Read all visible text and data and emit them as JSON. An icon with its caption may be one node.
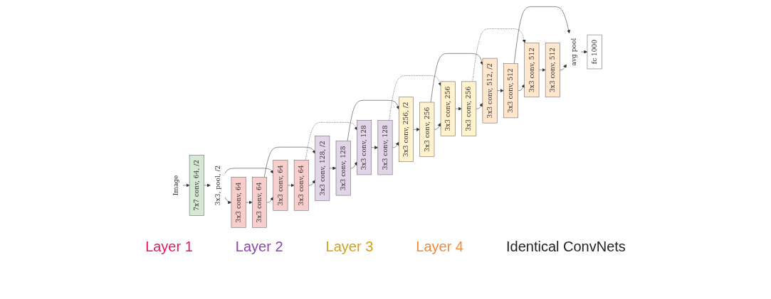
{
  "diagram": {
    "nodes": [
      {
        "text": [
          "Image"
        ]
      },
      {
        "text": [
          "7x7 conv, 64, /2"
        ]
      },
      {
        "text": [
          "3x3, pool, /2"
        ]
      },
      {
        "text": [
          "3x3 conv, 64"
        ]
      },
      {
        "text": [
          "3x3 conv, 64"
        ]
      },
      {
        "text": [
          "3x3 conv, 64"
        ]
      },
      {
        "text": [
          "3x3 conv, 64"
        ]
      },
      {
        "text": [
          "3x3 conv, 128, /2"
        ]
      },
      {
        "text": [
          "3x3 conv, 128"
        ]
      },
      {
        "text": [
          "3x3 conv, 128"
        ]
      },
      {
        "text": [
          "3x3 conv, 128"
        ]
      },
      {
        "text": [
          "3x3 conv, 256, /2"
        ]
      },
      {
        "text": [
          "3x3 conv, 256"
        ]
      },
      {
        "text": [
          "3x3 conv, 256"
        ]
      },
      {
        "text": [
          "3x3 conv, 256"
        ]
      },
      {
        "text": [
          "3x3 conv, 512, /2"
        ]
      },
      {
        "text": [
          "3x3 conv, 512"
        ]
      },
      {
        "text": [
          "3x3 conv, 512"
        ]
      },
      {
        "text": [
          "3x3 conv, 512"
        ]
      },
      {
        "text": [
          "avg pool"
        ]
      },
      {
        "text": [
          "fc 1000"
        ]
      }
    ],
    "edges": [
      {
        "from": 0,
        "to": 1,
        "arrow": "to"
      },
      {
        "from": 1,
        "to": 2,
        "arrow": "to"
      },
      {
        "from": 2,
        "to": 3,
        "arrow": "to"
      },
      {
        "from": 3,
        "to": 4,
        "arrow": "to"
      },
      {
        "from": 4,
        "to": 5,
        "arrow": "to"
      },
      {
        "from": 5,
        "to": 6,
        "arrow": "to"
      },
      {
        "from": 6,
        "to": 7,
        "arrow": "to"
      },
      {
        "from": 7,
        "to": 8,
        "arrow": "to"
      },
      {
        "from": 8,
        "to": 9,
        "arrow": "to"
      },
      {
        "from": 9,
        "to": 10,
        "arrow": "to"
      },
      {
        "from": 10,
        "to": 11,
        "arrow": "to"
      },
      {
        "from": 11,
        "to": 12,
        "arrow": "to"
      },
      {
        "from": 12,
        "to": 13,
        "arrow": "to"
      },
      {
        "from": 13,
        "to": 14,
        "arrow": "to"
      },
      {
        "from": 14,
        "to": 15,
        "arrow": "to"
      },
      {
        "from": 15,
        "to": 16,
        "arrow": "to"
      },
      {
        "from": 16,
        "to": 17,
        "arrow": "to"
      },
      {
        "from": 17,
        "to": 18,
        "arrow": "to"
      },
      {
        "from": 18,
        "to": 19,
        "arrow": "to"
      },
      {
        "from": 19,
        "to": 20,
        "arrow": "to"
      },
      {
        "from": 2,
        "to": 5,
        "arrow": "to"
      },
      {
        "from": 4,
        "to": 7,
        "arrow": "to"
      },
      {
        "from": 6,
        "to": 9,
        "arrow": "to",
        "style": "dashed"
      },
      {
        "from": 8,
        "to": 11,
        "arrow": "to"
      },
      {
        "from": 10,
        "to": 13,
        "arrow": "to",
        "style": "dashed"
      },
      {
        "from": 12,
        "to": 15,
        "arrow": "to"
      },
      {
        "from": 14,
        "to": 17,
        "arrow": "to",
        "style": "dashed"
      },
      {
        "from": 16,
        "to": 19,
        "arrow": "to"
      }
    ],
    "labels": [
      "Layer 1",
      "Layer 2",
      "Layer 3",
      "Layer 4",
      "Identical ConvNets"
    ]
  }
}
